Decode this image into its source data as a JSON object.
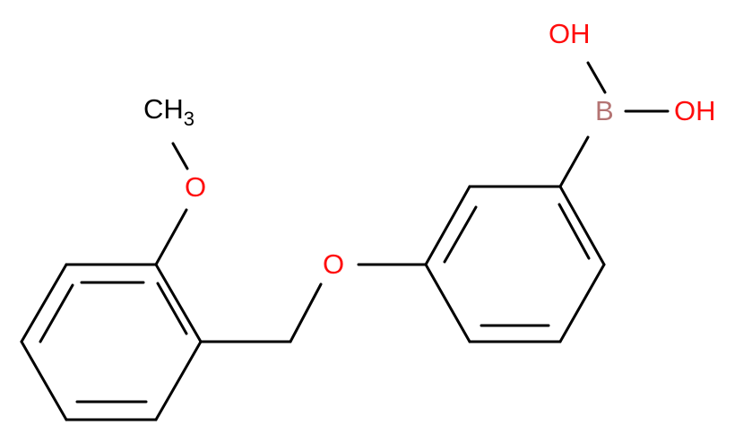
{
  "colors": {
    "bond": "#000000",
    "oxygen": "#ff0d0d",
    "boron": "#b47473",
    "carbon_label": "#000000"
  },
  "labels": {
    "oh_top": "OH",
    "oh_right": "OH",
    "boron": "B",
    "ether_o": "O",
    "methoxy_o": "O",
    "methyl_main": "CH",
    "methyl_sub": "3"
  }
}
